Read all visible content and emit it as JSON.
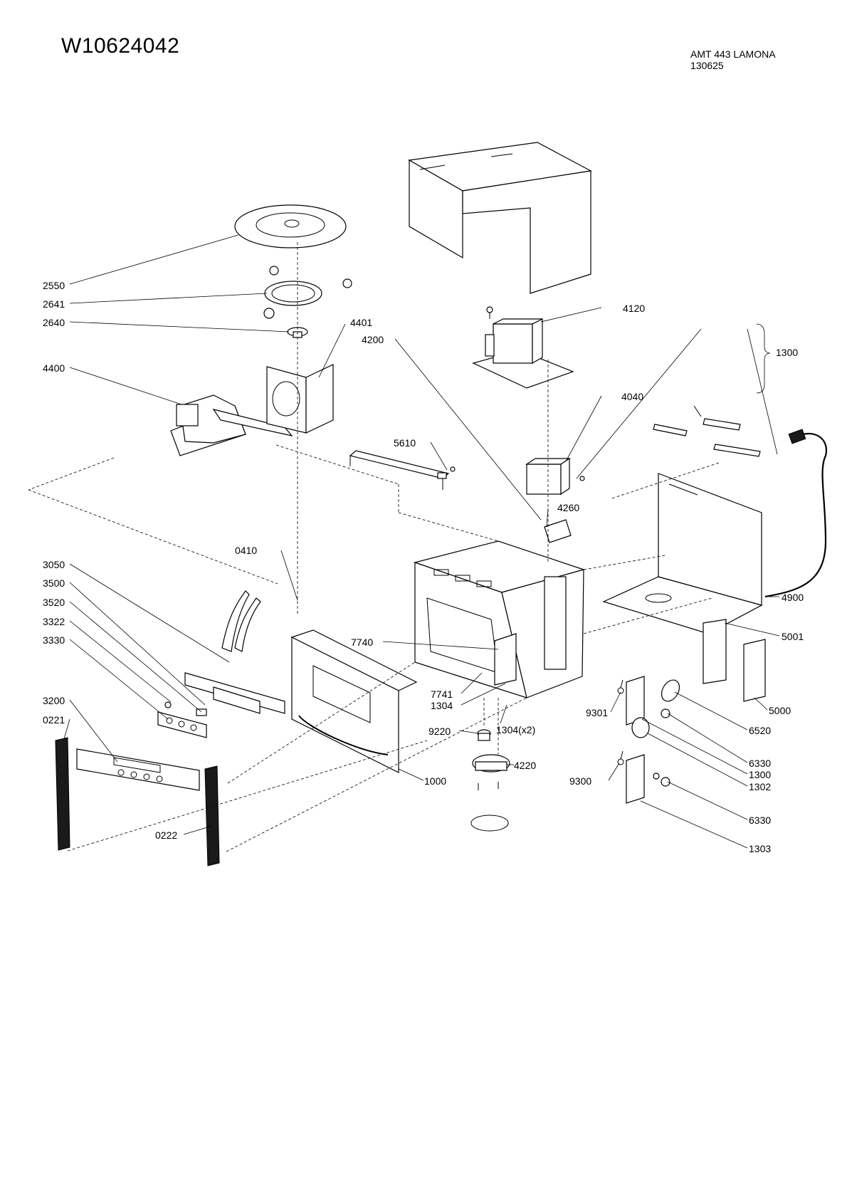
{
  "header": {
    "drawing_number": "W10624042",
    "model_line1": "AMT 443 LAMONA",
    "model_line2": "130625"
  },
  "labels": {
    "p2550": "2550",
    "p2641": "2641",
    "p2640": "2640",
    "p4400": "4400",
    "p4401": "4401",
    "p4200": "4200",
    "p4120": "4120",
    "p1300a": "1300",
    "p4040": "4040",
    "p5610": "5610",
    "p4260": "4260",
    "p0410": "0410",
    "p3050": "3050",
    "p3500": "3500",
    "p3520": "3520",
    "p3322": "3322",
    "p3330": "3330",
    "p3200": "3200",
    "p0221": "0221",
    "p0222": "0222",
    "p7740": "7740",
    "p7741": "7741",
    "p1304": "1304",
    "p1304x2": "1304(x2)",
    "p9220": "9220",
    "p4220": "4220",
    "p1000": "1000",
    "p4900": "4900",
    "p5001": "5001",
    "p5000": "5000",
    "p9301": "9301",
    "p6520": "6520",
    "p6330a": "6330",
    "p1300b": "1300",
    "p1302": "1302",
    "p9300": "9300",
    "p6330b": "6330",
    "p1303": "1303"
  }
}
